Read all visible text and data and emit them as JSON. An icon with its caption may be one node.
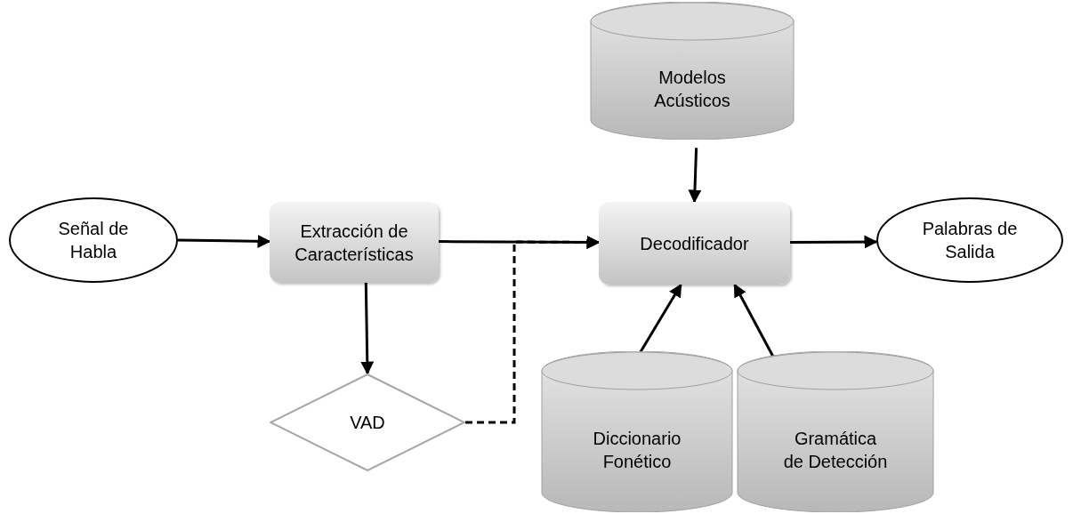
{
  "diagram": {
    "nodes": [
      {
        "text": [
          "Señal de Habla"
        ]
      },
      {
        "text": [
          "Extracción de Características"
        ]
      },
      {
        "text": [
          "VAD"
        ]
      },
      {
        "text": [
          "Modelos Acústicos"
        ]
      },
      {
        "text": [
          "Decodificador"
        ]
      },
      {
        "text": [
          "Palabras de Salida"
        ]
      },
      {
        "text": [
          "Diccionario Fonético"
        ]
      },
      {
        "text": [
          "Gramática de Detección"
        ]
      }
    ],
    "edges": [
      {
        "from": 0,
        "to": 1,
        "arrow": "to"
      },
      {
        "from": 1,
        "to": 4,
        "arrow": "to"
      },
      {
        "from": 1,
        "to": 2,
        "arrow": "to"
      },
      {
        "from": 2,
        "to": 4,
        "arrow": "to",
        "style": "dashed"
      },
      {
        "from": 3,
        "to": 4,
        "arrow": "to"
      },
      {
        "from": 4,
        "to": 5,
        "arrow": "to"
      },
      {
        "from": 6,
        "to": 4,
        "arrow": "to"
      },
      {
        "from": 7,
        "to": 4,
        "arrow": "to"
      }
    ]
  }
}
